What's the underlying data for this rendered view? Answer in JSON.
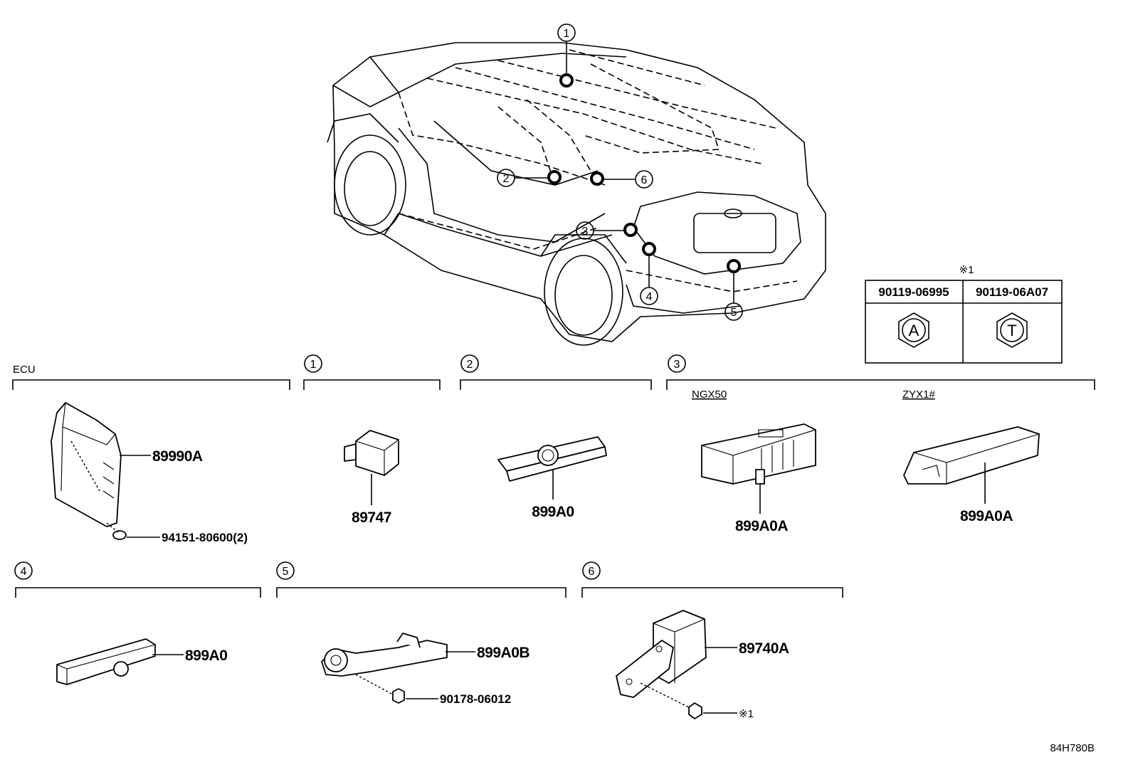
{
  "diagram_code": "84H780B",
  "callouts": [
    "1",
    "2",
    "3",
    "4",
    "5",
    "6"
  ],
  "groups": {
    "ecu": {
      "title": "ECU"
    },
    "g1": {
      "marker": "1"
    },
    "g2": {
      "marker": "2"
    },
    "g3": {
      "marker": "3",
      "variant_a": "NGX50",
      "variant_b": "ZYX1#"
    },
    "g4": {
      "marker": "4"
    },
    "g5": {
      "marker": "5"
    },
    "g6": {
      "marker": "6"
    }
  },
  "parts": {
    "ecu_unit": "89990A",
    "ecu_nut": "94151-80600(2)",
    "g1_sensor": "89747",
    "g2_sensor": "899A0",
    "g3_ngx50": "899A0A",
    "g3_zyx1": "899A0A",
    "g4_sensor": "899A0",
    "g5_sensor": "899A0B",
    "g5_nut": "90178-06012",
    "g6_unit": "89740A",
    "g6_bolt": "※1"
  },
  "note_table": {
    "title": "※1",
    "headers": [
      "90119-06995",
      "90119-06A07"
    ],
    "symbols": [
      "A",
      "T"
    ]
  }
}
